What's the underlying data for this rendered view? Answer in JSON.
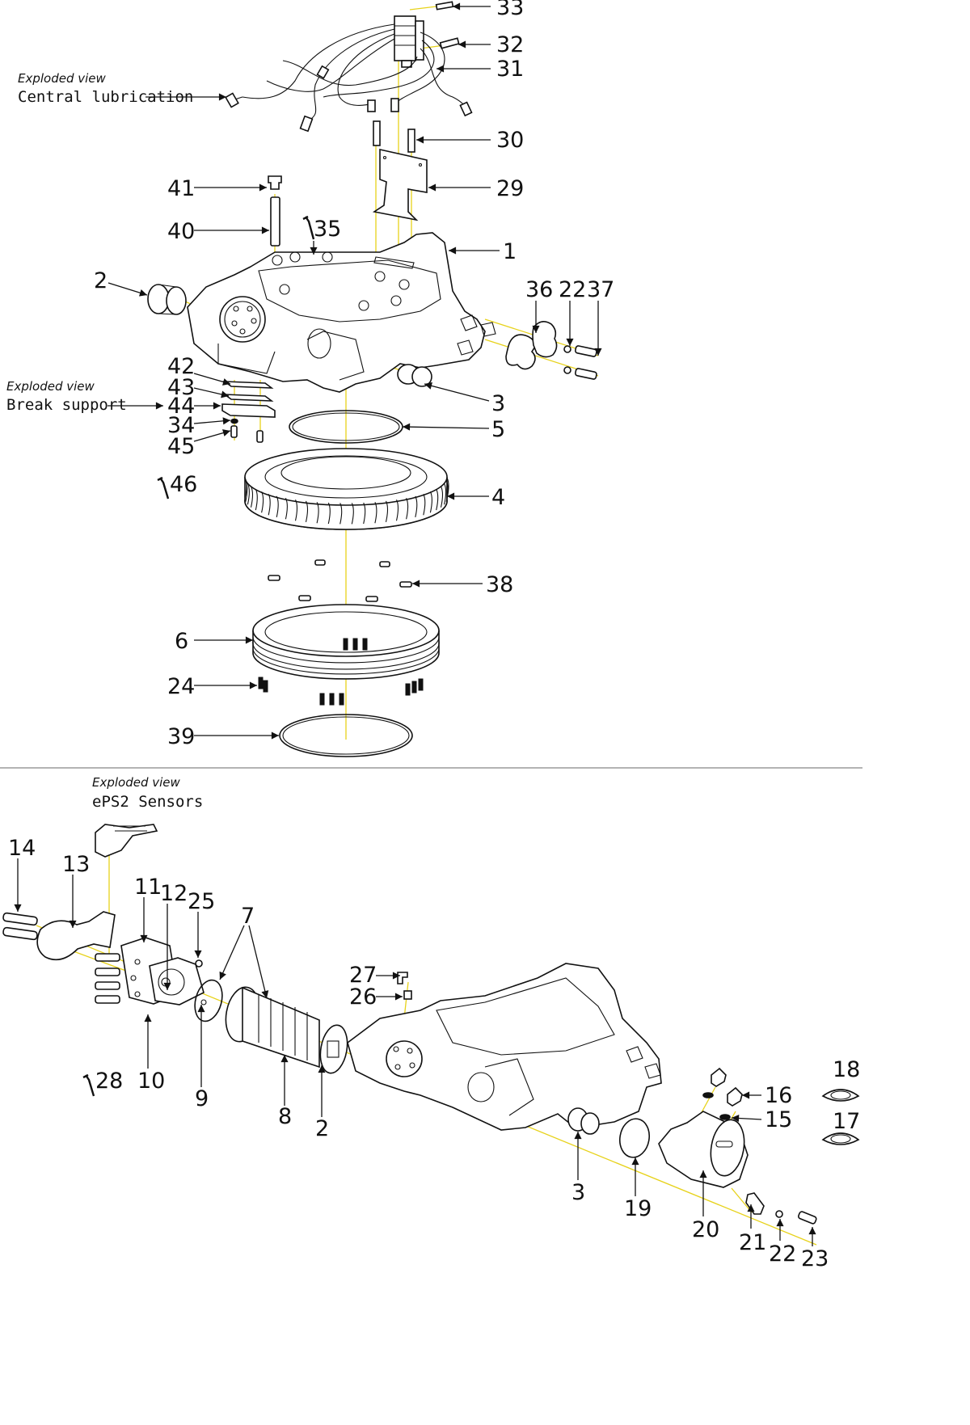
{
  "diagram": {
    "type": "exploded-parts-view",
    "accent_axis_color": "#e7d21a",
    "line_color": "#111111",
    "separator_color": "#9a9a9a"
  },
  "captions": {
    "central_lubrication": {
      "subtitle": "Exploded view",
      "title": "Central lubrication"
    },
    "break_support": {
      "subtitle": "Exploded view",
      "title": "Break support"
    },
    "eps2_sensors": {
      "subtitle": "Exploded view",
      "title": "ePS2 Sensors"
    }
  },
  "callouts_top": {
    "c33": "33",
    "c32": "32",
    "c31": "31",
    "c30": "30",
    "c29": "29",
    "c41": "41",
    "c40": "40",
    "c35": "35",
    "c1": "1",
    "c2": "2",
    "c36": "36",
    "c22": "22",
    "c37": "37",
    "c42": "42",
    "c43": "43",
    "c44": "44",
    "c34": "34",
    "c45": "45",
    "c3": "3",
    "c5": "5",
    "c46": "46",
    "c4": "4",
    "c38": "38",
    "c6": "6",
    "c24": "24",
    "c39": "39"
  },
  "callouts_bottom": {
    "c14": "14",
    "c13": "13",
    "c11": "11",
    "c12": "12",
    "c25": "25",
    "c7": "7",
    "c27": "27",
    "c26": "26",
    "c28": "28",
    "c10": "10",
    "c9": "9",
    "c8": "8",
    "c2": "2",
    "c3": "3",
    "c19": "19",
    "c20": "20",
    "c21": "21",
    "c22": "22",
    "c23": "23",
    "c16": "16",
    "c15": "15",
    "c18": "18",
    "c17": "17"
  }
}
